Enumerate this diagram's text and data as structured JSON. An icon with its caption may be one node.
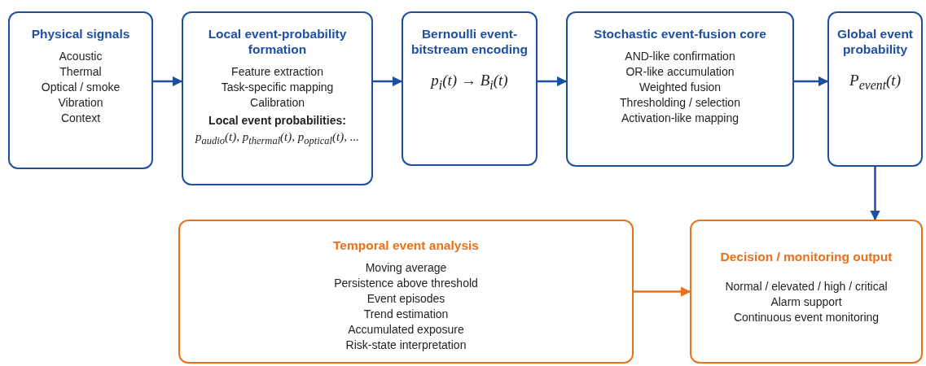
{
  "diagram": {
    "nodes": [
      {
        "text": [
          "Physical signals",
          "Acoustic",
          "Thermal",
          "Optical / smoke",
          "Vibration",
          "Context"
        ]
      },
      {
        "text": [
          "Local event-probability formation",
          "Feature extraction",
          "Task-specific mapping",
          "Calibration",
          "Local event probabilities:",
          "p$_{audio}$(t), p$_{thermal}$(t), p$_{optical}$(t), ..."
        ]
      },
      {
        "text": [
          "Bernoulli event-bitstream encoding",
          "p$_{i}$(t) → B$_{i}$(t)"
        ]
      },
      {
        "text": [
          "Stochastic event-fusion core",
          "AND-like confirmation",
          "OR-like accumulation",
          "Weighted fusion",
          "Thresholding / selection",
          "Activation-like mapping"
        ]
      },
      {
        "text": [
          "Global event probability",
          "P$_{event}$(t)"
        ]
      },
      {
        "text": [
          "Temporal event analysis",
          "Moving average",
          "Persistence above threshold",
          "Event episodes",
          "Trend estimation",
          "Accumulated exposure",
          "Risk-state interpretation"
        ]
      },
      {
        "text": [
          "Decision / monitoring output",
          "Normal / elevated / high / critical",
          "Alarm support",
          "Continuous event monitoring"
        ]
      }
    ],
    "edges": [
      {
        "from": 0,
        "to": 1,
        "arrow": "to"
      },
      {
        "from": 1,
        "to": 2,
        "arrow": "to"
      },
      {
        "from": 2,
        "to": 3,
        "arrow": "to"
      },
      {
        "from": 3,
        "to": 4,
        "arrow": "to"
      },
      {
        "from": 4,
        "to": 6,
        "arrow": "to"
      },
      {
        "from": 5,
        "to": 6,
        "arrow": "to",
        "color": "#e8711a"
      }
    ]
  }
}
